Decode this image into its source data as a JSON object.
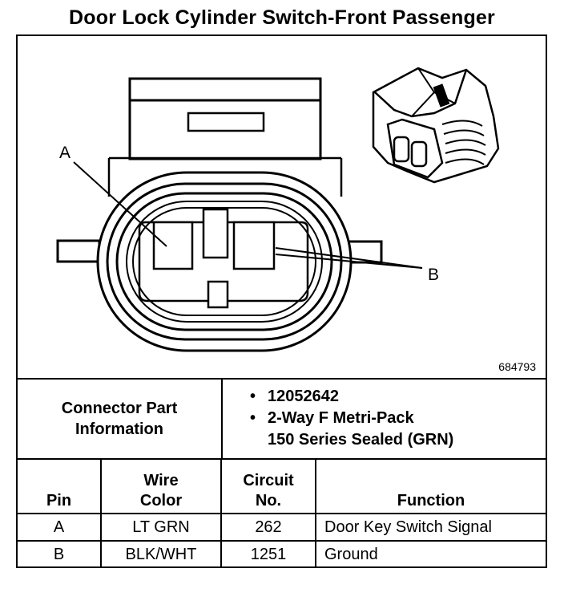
{
  "title": "Door Lock Cylinder Switch-Front Passenger",
  "figure_number": "684793",
  "callouts": {
    "a": "A",
    "b": "B"
  },
  "connector_info": {
    "label_line1": "Connector Part",
    "label_line2": "Information",
    "items": [
      {
        "line1": "12052642",
        "line2": ""
      },
      {
        "line1": "2-Way F Metri-Pack",
        "line2": "150 Series Sealed (GRN)"
      }
    ]
  },
  "table": {
    "headers": {
      "pin": "Pin",
      "wire_1": "Wire",
      "wire_2": "Color",
      "circuit_1": "Circuit",
      "circuit_2": "No.",
      "function": "Function"
    },
    "rows": [
      {
        "pin": "A",
        "wire_color": "LT GRN",
        "circuit": "262",
        "function": "Door Key Switch Signal"
      },
      {
        "pin": "B",
        "wire_color": "BLK/WHT",
        "circuit": "1251",
        "function": "Ground"
      }
    ]
  }
}
